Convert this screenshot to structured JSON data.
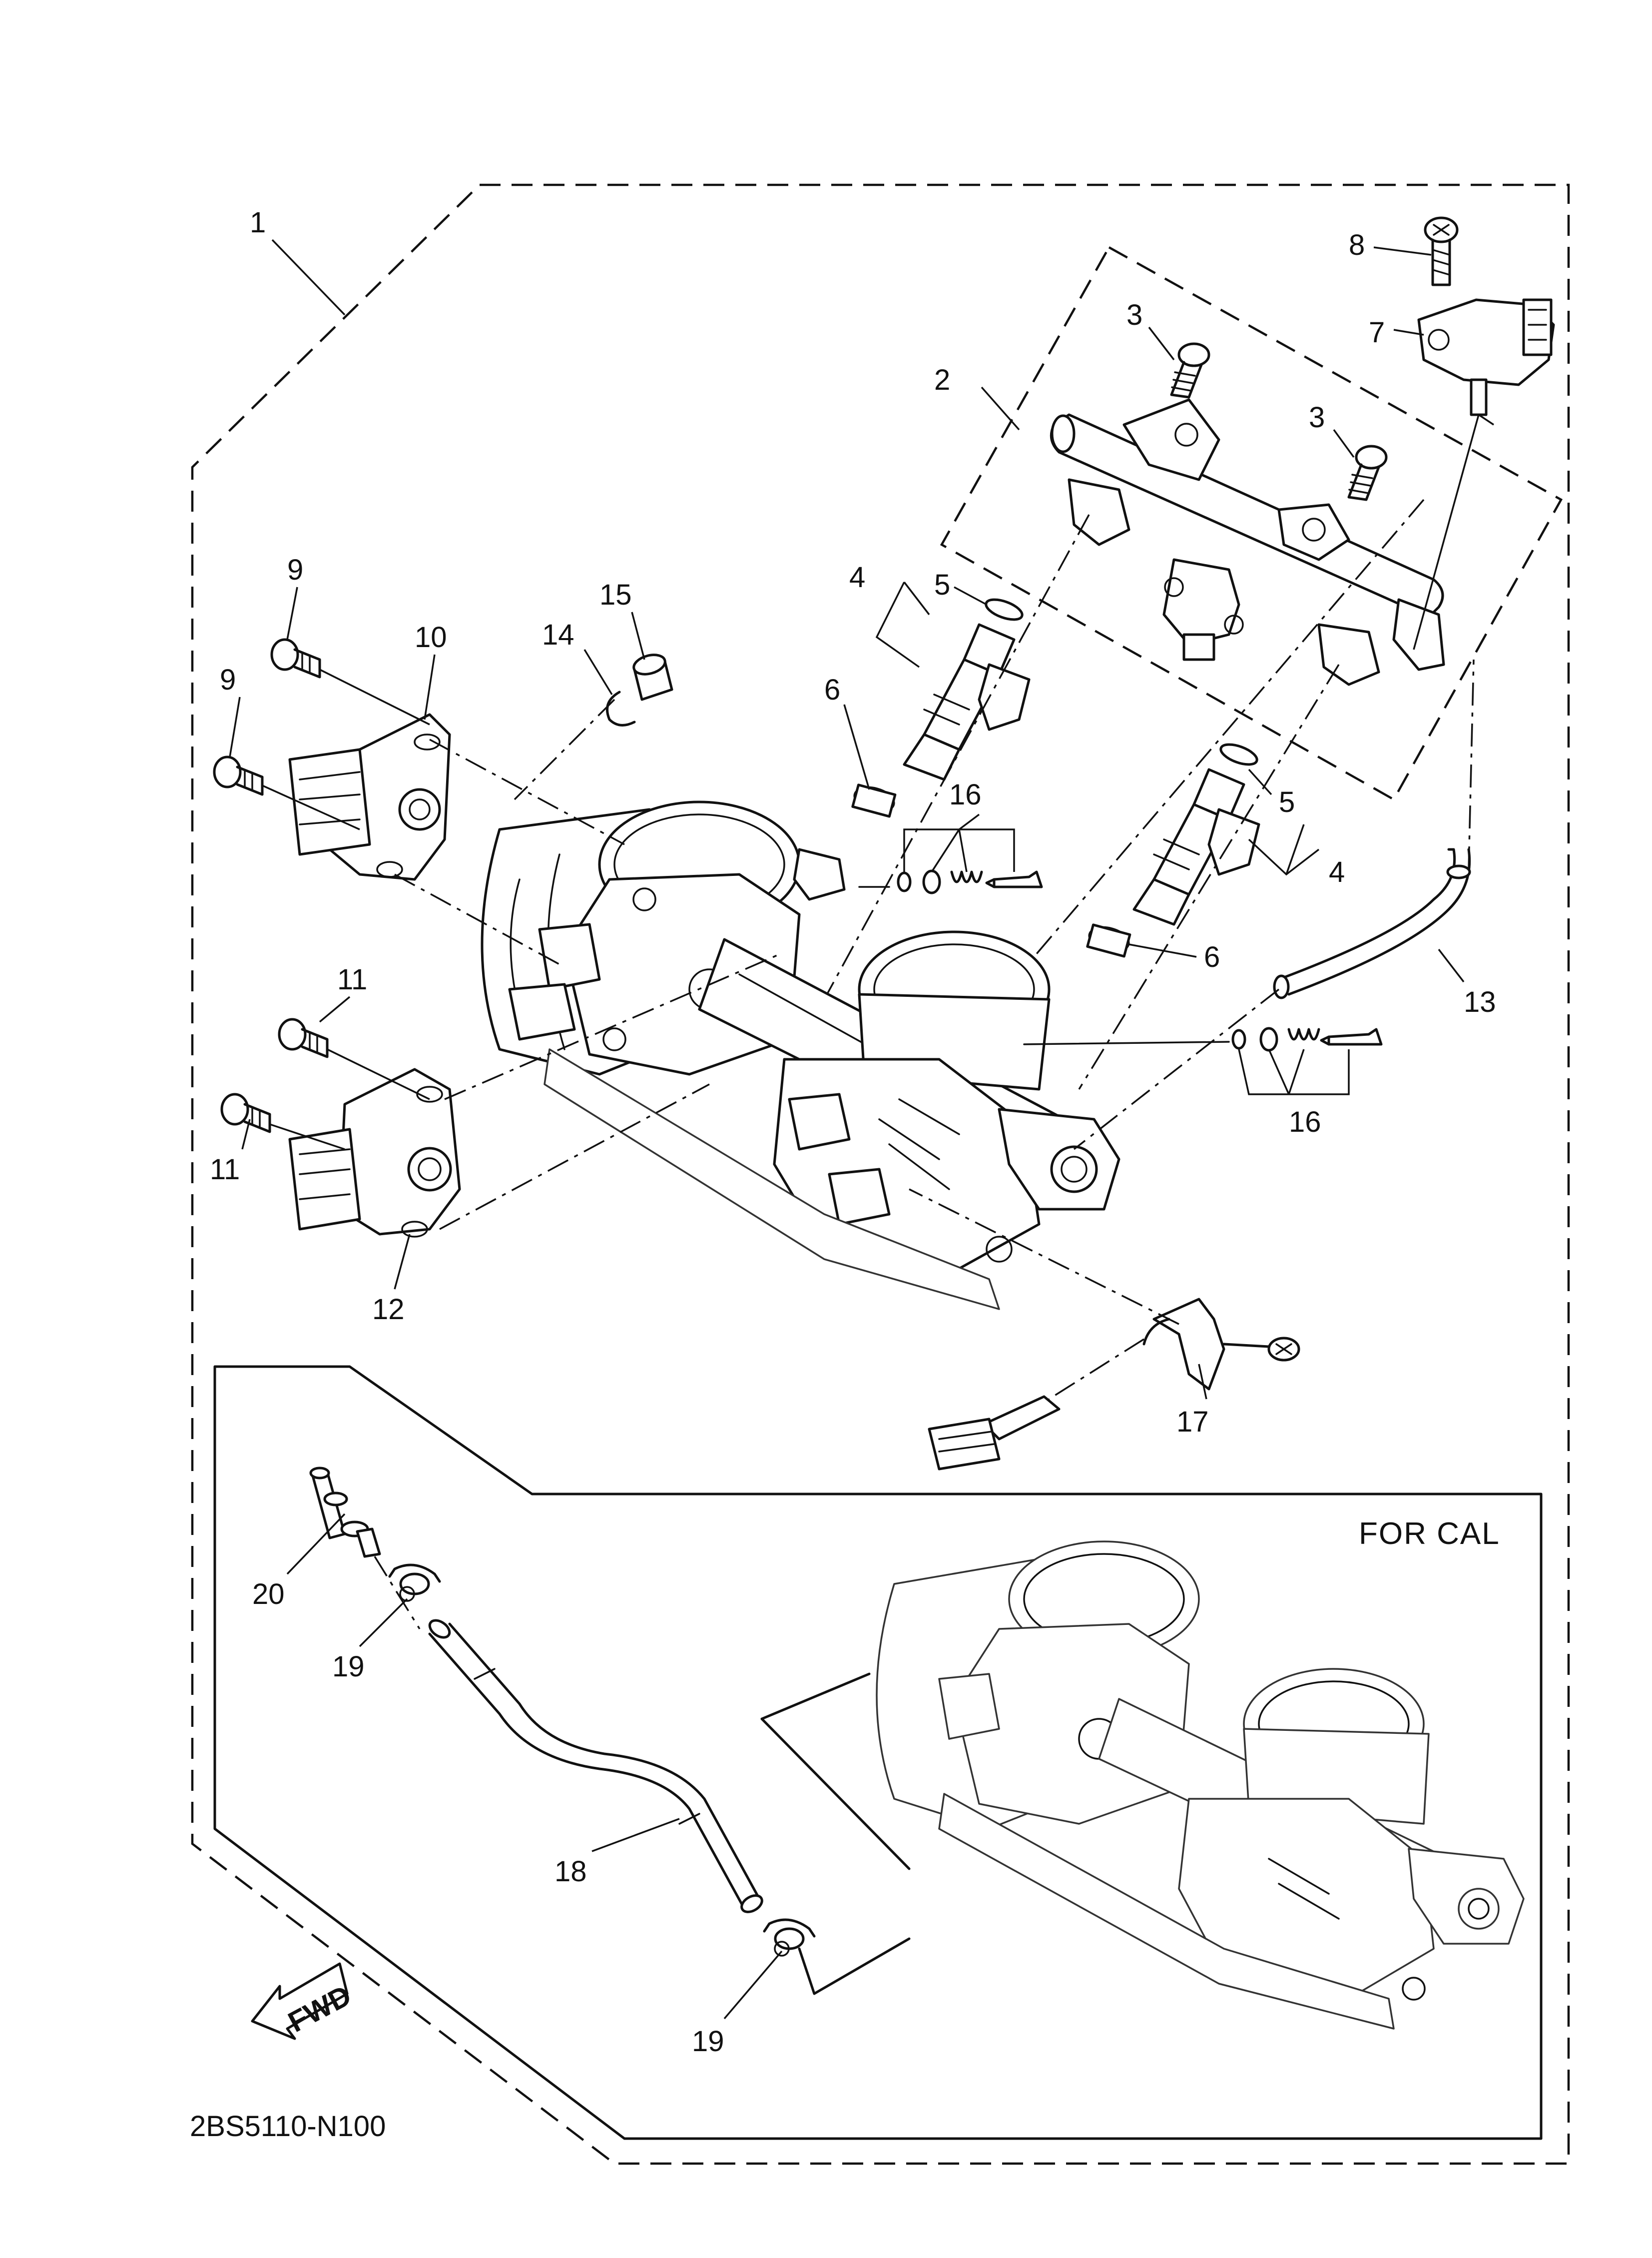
{
  "diagram": {
    "callouts": [
      {
        "id": "c1",
        "label": "1"
      },
      {
        "id": "c2",
        "label": "2"
      },
      {
        "id": "c3a",
        "label": "3"
      },
      {
        "id": "c3b",
        "label": "3"
      },
      {
        "id": "c4a",
        "label": "4"
      },
      {
        "id": "c4b",
        "label": "4"
      },
      {
        "id": "c5a",
        "label": "5"
      },
      {
        "id": "c5b",
        "label": "5"
      },
      {
        "id": "c6a",
        "label": "6"
      },
      {
        "id": "c6b",
        "label": "6"
      },
      {
        "id": "c7",
        "label": "7"
      },
      {
        "id": "c8",
        "label": "8"
      },
      {
        "id": "c9a",
        "label": "9"
      },
      {
        "id": "c9b",
        "label": "9"
      },
      {
        "id": "c10",
        "label": "10"
      },
      {
        "id": "c11a",
        "label": "11"
      },
      {
        "id": "c11b",
        "label": "11"
      },
      {
        "id": "c12",
        "label": "12"
      },
      {
        "id": "c13",
        "label": "13"
      },
      {
        "id": "c14",
        "label": "14"
      },
      {
        "id": "c15",
        "label": "15"
      },
      {
        "id": "c16a",
        "label": "16"
      },
      {
        "id": "c16b",
        "label": "16"
      },
      {
        "id": "c17",
        "label": "17"
      },
      {
        "id": "c18",
        "label": "18"
      },
      {
        "id": "c19a",
        "label": "19"
      },
      {
        "id": "c19b",
        "label": "19"
      },
      {
        "id": "c20",
        "label": "20"
      }
    ],
    "inset_label": "FOR CAL",
    "fwd_label": "FWD",
    "figure_code": "2BS5110-N100"
  }
}
